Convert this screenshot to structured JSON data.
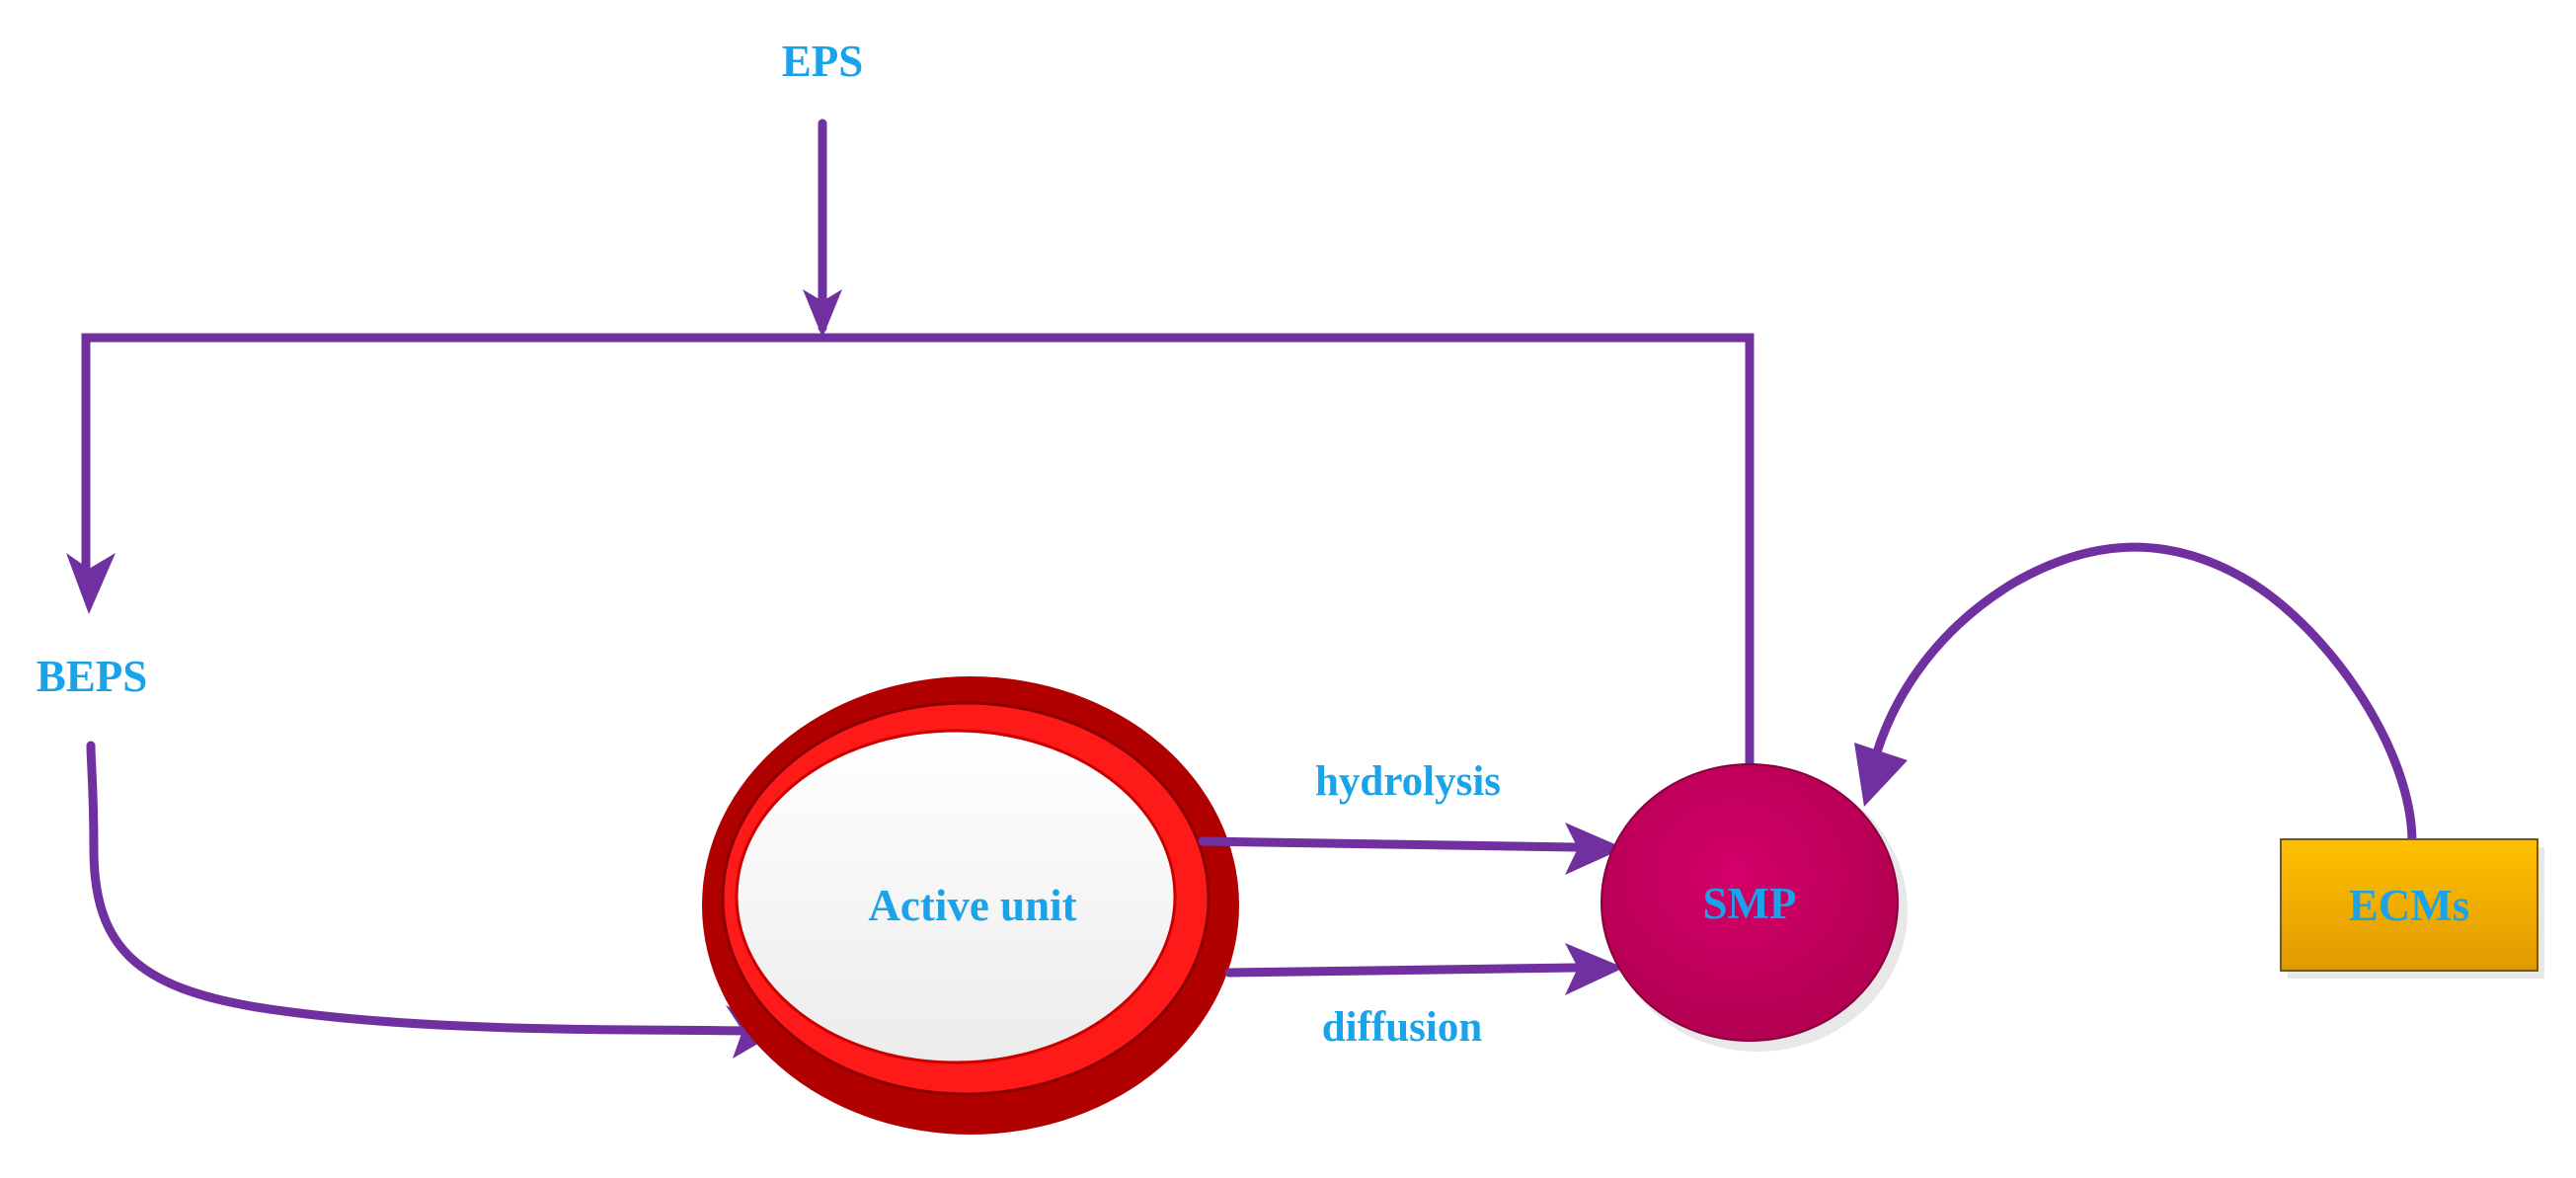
{
  "labels": {
    "eps": "EPS",
    "beps": "BEPS",
    "active_unit": "Active unit",
    "smp": "SMP",
    "ecms": "ECMs",
    "hydrolysis": "hydrolysis",
    "diffusion": "diffusion"
  },
  "colors": {
    "arrow": "#7030a0",
    "label_text": "#1aa3e8",
    "active_unit_outer_ring": "#b00000",
    "active_unit_inner_ring": "#ff1a1a",
    "active_unit_core": "#f2f2f2",
    "smp_fill": "#c0005a",
    "ecms_fill": "#f5b400",
    "background": "#ffffff"
  },
  "icons": {
    "arrowhead": "purple-triangle-arrowhead"
  }
}
